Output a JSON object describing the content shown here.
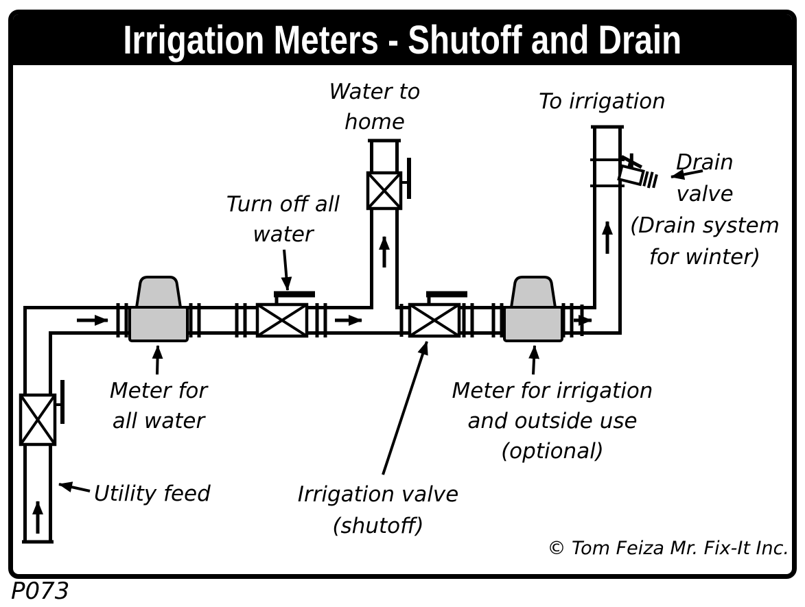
{
  "title": "Irrigation Meters - Shutoff and Drain",
  "figure_code": "P073",
  "copyright": "© Tom Feiza Mr. Fix-It Inc.",
  "labels": {
    "water_to_home": {
      "lines": [
        "Water to",
        "home"
      ]
    },
    "turn_off_all_water": {
      "lines": [
        "Turn off all",
        "water"
      ]
    },
    "to_irrigation": {
      "lines": [
        "To irrigation"
      ]
    },
    "drain_valve": {
      "lines": [
        "Drain",
        "valve",
        "(Drain system",
        "for winter)"
      ]
    },
    "meter_all_water": {
      "lines": [
        "Meter for",
        "all water"
      ]
    },
    "meter_irrigation": {
      "lines": [
        "Meter for irrigation",
        "and outside use",
        "(optional)"
      ]
    },
    "utility_feed": {
      "lines": [
        "Utility feed"
      ]
    },
    "irrigation_valve_shutoff": {
      "lines": [
        "Irrigation valve",
        "(shutoff)"
      ]
    }
  },
  "colors": {
    "title_bg": "#000000",
    "title_text": "#ffffff",
    "line": "#000000",
    "background": "#ffffff",
    "meter_fill": "#c9c9c9"
  }
}
